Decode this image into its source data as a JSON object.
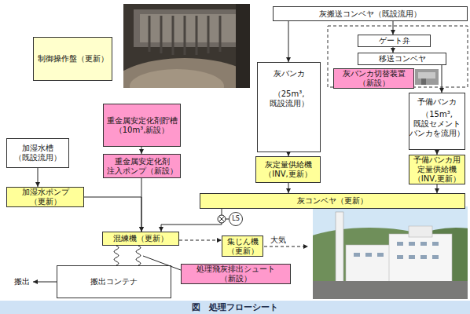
{
  "diagram": {
    "caption": "図　処理フローシート",
    "nodes": [
      {
        "text": [
          "制御操作盤（更新）"
        ]
      },
      {
        "text": [
          "重金属安定化剤貯槽 （10m³,新設）"
        ]
      },
      {
        "text": [
          "加湿水槽 （既設流用）"
        ]
      },
      {
        "text": [
          "重金属安定化剤 注入ポンプ（新設）"
        ]
      },
      {
        "text": [
          "加湿水ポンプ（更新）"
        ]
      },
      {
        "text": [
          "灰搬送コンベヤ（既設流用）"
        ]
      },
      {
        "text": [
          "ゲート弁"
        ]
      },
      {
        "text": [
          "移送コンベヤ"
        ]
      },
      {
        "text": [
          "灰バンカ切替装置（新設）"
        ]
      },
      {
        "text": [
          "灰バンカ",
          "（25m³, 既設流用）"
        ]
      },
      {
        "text": [
          "予備バンカ",
          "（15m³, 既設セメント バンカを流用）"
        ]
      },
      {
        "text": [
          "灰定量供給機 （INV,更新）"
        ]
      },
      {
        "text": [
          "予備バンカ用 定量供給機 （INV,更新）"
        ]
      },
      {
        "text": [
          "灰コンベヤ（更新）"
        ]
      },
      {
        "text": [
          "LS"
        ]
      },
      {
        "text": [
          "混練機（更新）"
        ]
      },
      {
        "text": [
          "集じん機 （更新）"
        ]
      },
      {
        "text": [
          "処理飛灰排出シュート（新設）"
        ]
      },
      {
        "text": [
          "搬出コンテナ"
        ]
      }
    ],
    "edges": [
      {
        "from": 5,
        "to": 9,
        "arrow": "to"
      },
      {
        "from": 5,
        "to": 6,
        "arrow": "to"
      },
      {
        "from": 6,
        "to": 7,
        "arrow": "to"
      },
      {
        "from": 7,
        "to": 10,
        "arrow": "to"
      },
      {
        "from": 9,
        "to": 11,
        "arrow": "to"
      },
      {
        "from": 10,
        "to": 12,
        "arrow": "to"
      },
      {
        "from": 11,
        "to": 13,
        "arrow": "to"
      },
      {
        "from": 12,
        "to": 13,
        "arrow": "to"
      },
      {
        "from": 1,
        "to": 3,
        "arrow": "to"
      },
      {
        "from": 2,
        "to": 4,
        "arrow": "to"
      },
      {
        "from": 4,
        "to": 15,
        "arrow": "to"
      },
      {
        "from": 3,
        "to": 15,
        "arrow": "to"
      },
      {
        "from": 13,
        "to": 15,
        "arrow": "to"
      },
      {
        "from": 15,
        "to": 16,
        "arrow": "to"
      },
      {
        "from": 15,
        "to": 18,
        "arrow": "none"
      },
      {
        "from": 15,
        "to": 18,
        "arrow": "none"
      }
    ],
    "labels": [
      "大気",
      "搬出"
    ]
  }
}
